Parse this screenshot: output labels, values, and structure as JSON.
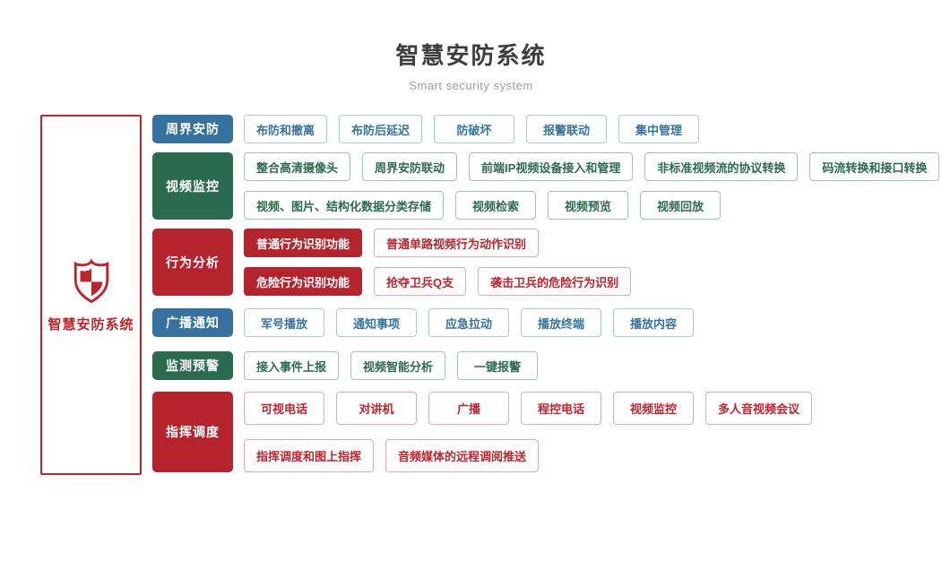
{
  "header": {
    "title": "智慧安防系统",
    "subtitle": "Smart security system"
  },
  "side_panel": {
    "icon": "shield-icon",
    "label": "智慧安防系统"
  },
  "colors": {
    "blue": "#35719e",
    "green": "#2a6b4f",
    "red": "#b5232c",
    "outline_red_text": "#c0242c",
    "panel_border": "#c0242b",
    "title_text": "#3d3d3d",
    "subtitle_text": "#a0a0a0"
  },
  "rows": [
    {
      "id": "perimeter-security",
      "category": "周界安防",
      "theme": "blue",
      "lines": [
        [
          {
            "label": "布防和撤离"
          },
          {
            "label": "布防后延迟"
          },
          {
            "label": "防破坏"
          },
          {
            "label": "报警联动"
          },
          {
            "label": "集中管理"
          }
        ]
      ]
    },
    {
      "id": "video-surveillance",
      "category": "视频监控",
      "theme": "green",
      "lines": [
        [
          {
            "label": "整合高清摄像头"
          },
          {
            "label": "周界安防联动"
          },
          {
            "label": "前端IP视频设备接入和管理"
          },
          {
            "label": "非标准视频流的协议转换"
          },
          {
            "label": "码流转换和接口转换"
          }
        ],
        [
          {
            "label": "视频、图片、结构化数据分类存储"
          },
          {
            "label": "视频检索"
          },
          {
            "label": "视频预览"
          },
          {
            "label": "视频回放"
          }
        ]
      ]
    },
    {
      "id": "behavior-analysis",
      "category": "行为分析",
      "theme": "red",
      "lines": [
        [
          {
            "label": "普通行为识别功能",
            "solid": true
          },
          {
            "label": "普通单路视频行为动作识别"
          }
        ],
        [
          {
            "label": "危险行为识别功能",
            "solid": true
          },
          {
            "label": "抢夺卫兵Q支"
          },
          {
            "label": "袭击卫兵的危险行为识别"
          }
        ]
      ]
    },
    {
      "id": "broadcast-notice",
      "category": "广播通知",
      "theme": "blue",
      "lines": [
        [
          {
            "label": "军号播放"
          },
          {
            "label": "通知事项"
          },
          {
            "label": "应急拉动"
          },
          {
            "label": "播放终端"
          },
          {
            "label": "播放内容"
          }
        ]
      ]
    },
    {
      "id": "monitor-warning",
      "category": "监测预警",
      "theme": "green",
      "lines": [
        [
          {
            "label": "接入事件上报"
          },
          {
            "label": "视频智能分析"
          },
          {
            "label": "一键报警"
          }
        ]
      ]
    },
    {
      "id": "command-dispatch",
      "category": "指挥调度",
      "theme": "red",
      "tall": true,
      "lines": [
        [
          {
            "label": "可视电话"
          },
          {
            "label": "对讲机"
          },
          {
            "label": "广播"
          },
          {
            "label": "程控电话"
          },
          {
            "label": "视频监控"
          },
          {
            "label": "多人音视频会议"
          }
        ],
        [
          {
            "label": "指挥调度和图上指挥"
          },
          {
            "label": "音频媒体的远程调阅推送"
          }
        ]
      ]
    }
  ]
}
